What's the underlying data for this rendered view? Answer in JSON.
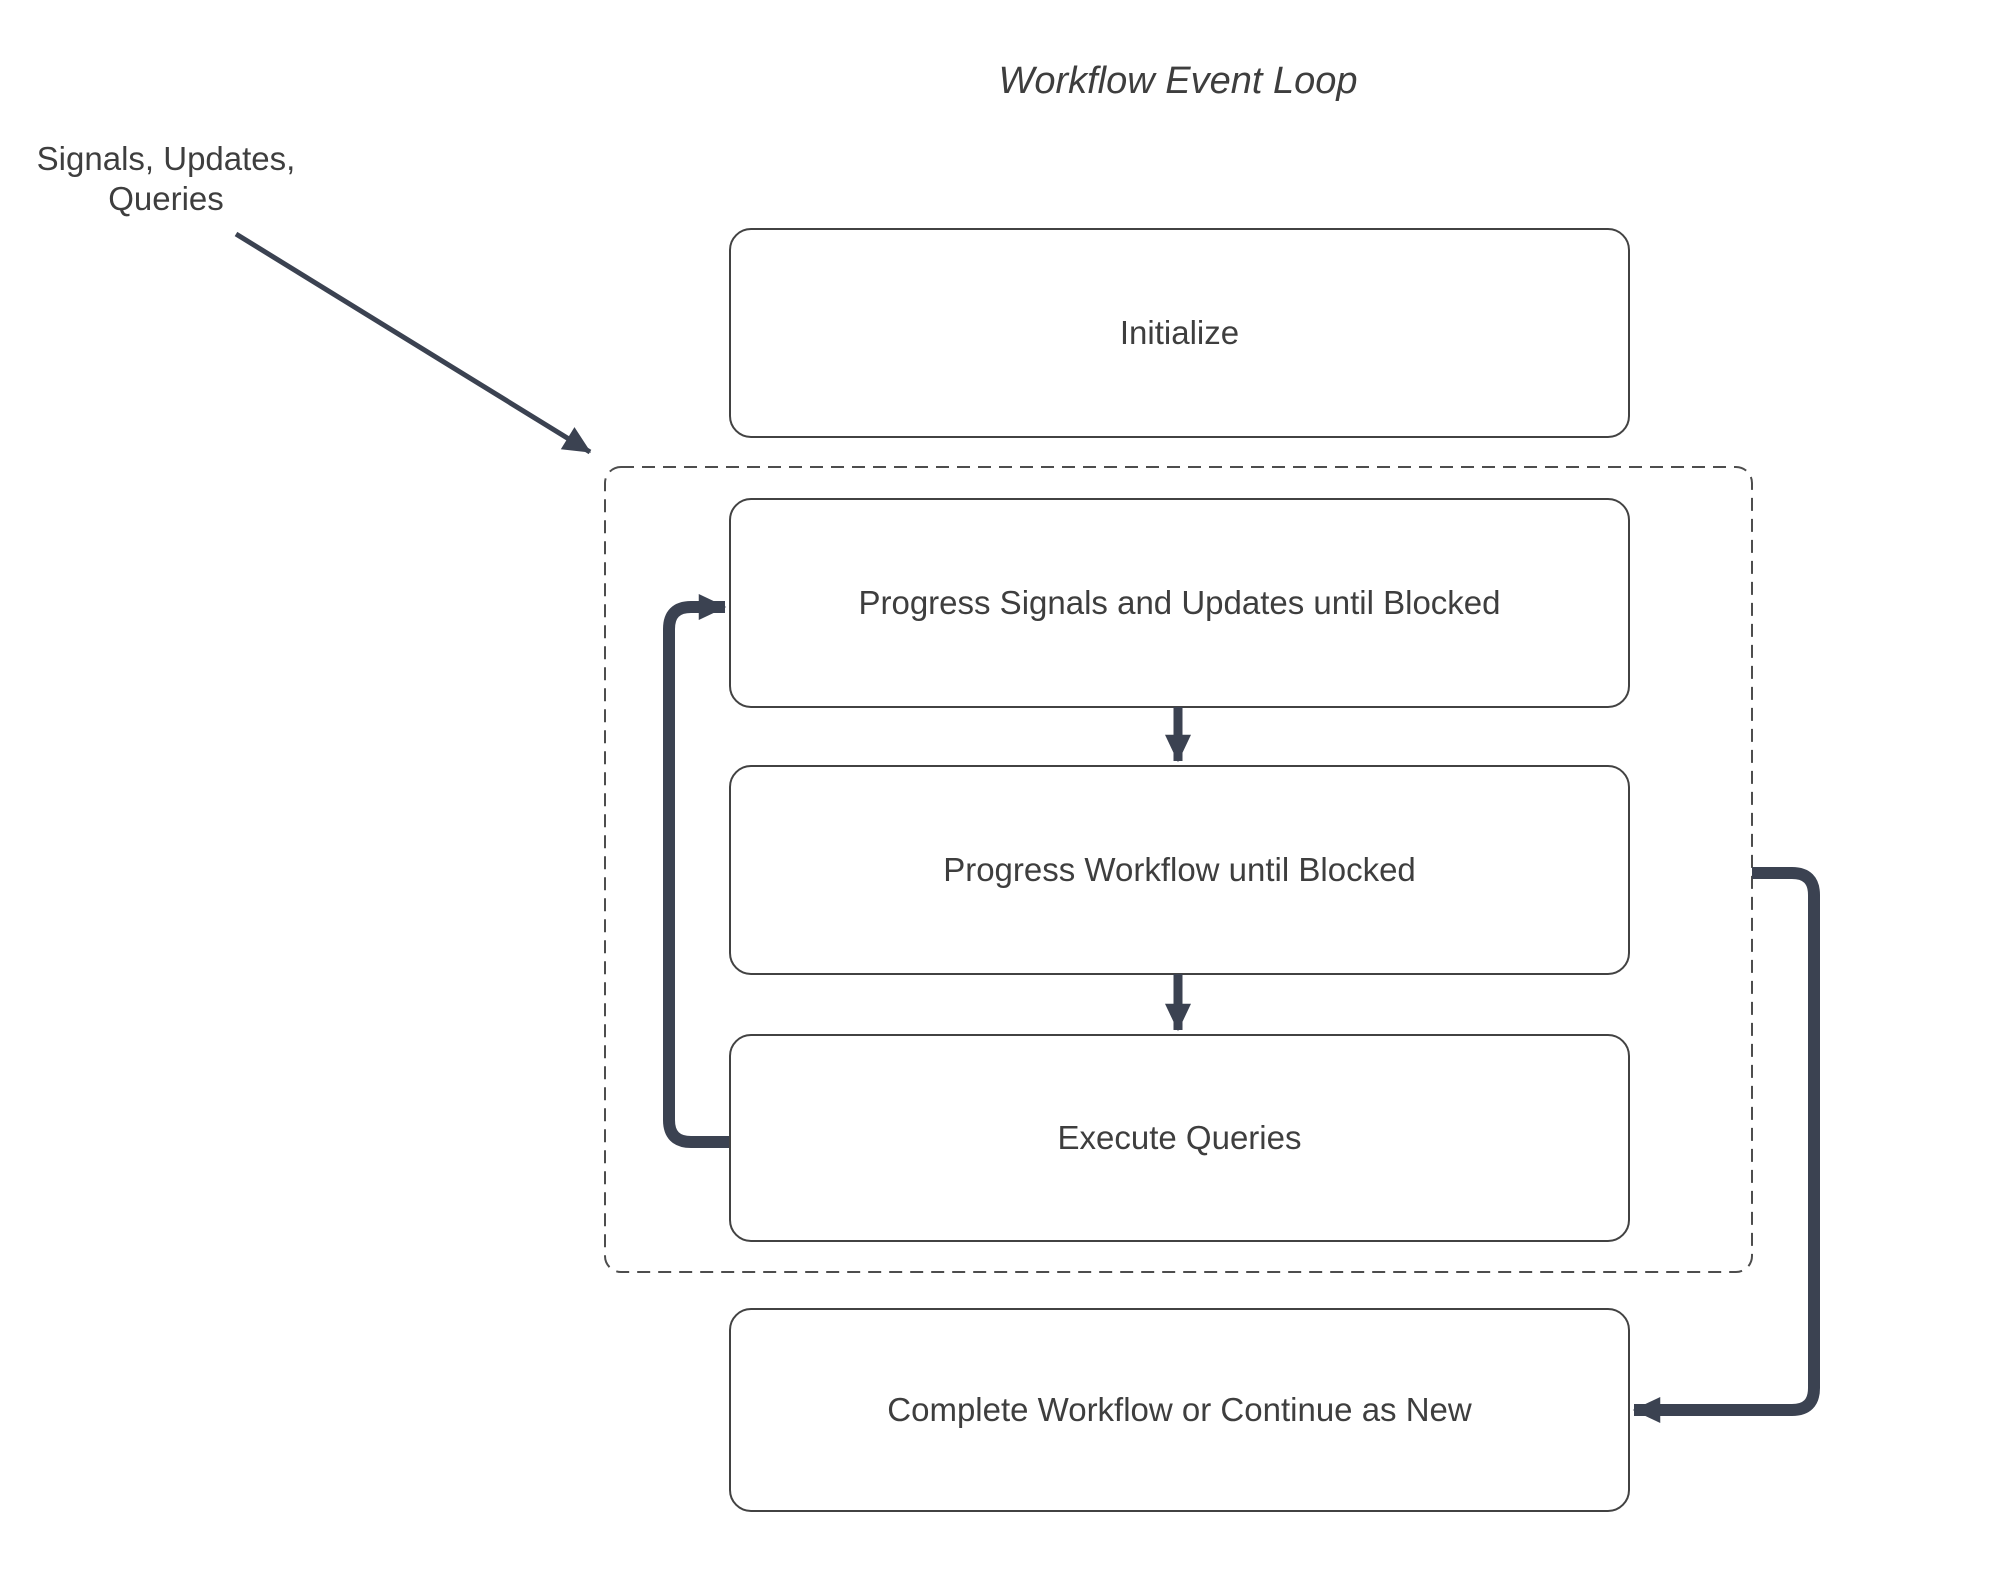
{
  "title": "Workflow Event Loop",
  "external_label": {
    "line1": "Signals, Updates,",
    "line2": "Queries"
  },
  "nodes": {
    "initialize": {
      "label": "Initialize"
    },
    "progress_signals": {
      "label": "Progress Signals and Updates until Blocked"
    },
    "progress_workflow": {
      "label": "Progress Workflow until Blocked"
    },
    "execute_queries": {
      "label": "Execute Queries"
    },
    "complete": {
      "label": "Complete Workflow or Continue as New"
    }
  },
  "connectors": {
    "signals_to_loop": "external signals/updates/queries into event loop",
    "progress_signals_to_workflow": "down arrow",
    "workflow_to_queries": "down arrow",
    "queries_loop_back": "loop back to progress signals",
    "loop_to_complete": "continue to complete workflow"
  },
  "colors": {
    "connector": "#3b4251",
    "node_border": "#424242",
    "dashed_border": "#4d4d4d",
    "text": "#3e3e3e",
    "background": "#ffffff"
  }
}
